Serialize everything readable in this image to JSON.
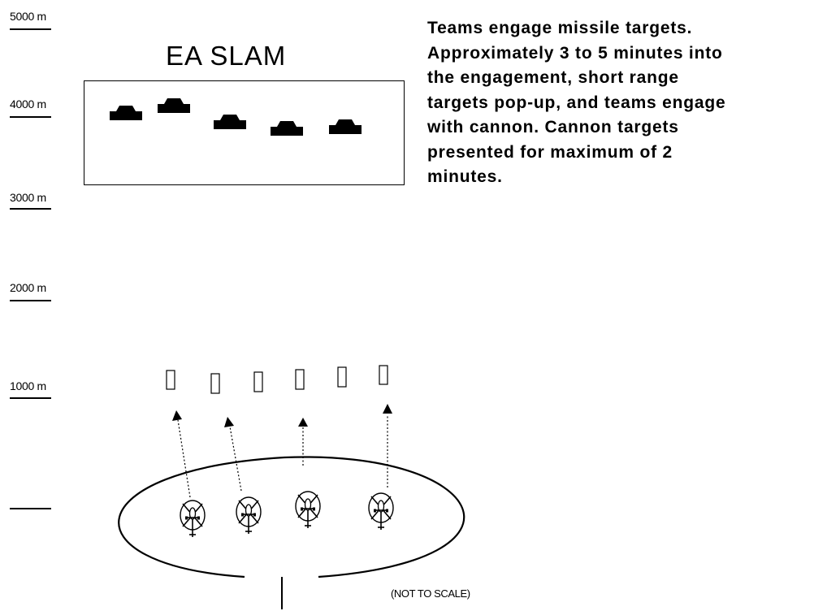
{
  "range_scale": {
    "labels": [
      "5000 m",
      "4000 m",
      "3000 m",
      "2000 m",
      "1000 m",
      ""
    ]
  },
  "engagement_area": {
    "title": "EA SLAM",
    "missile_target_count": 5
  },
  "caption": {
    "lines": [
      "Teams engage missile targets.",
      "Approximately 3 to 5 minutes into",
      "the engagement, short range",
      "targets pop-up, and teams engage",
      "with cannon.  Cannon targets",
      "presented for maximum of 2",
      "minutes."
    ]
  },
  "cannon_targets": {
    "count": 6
  },
  "helicopter_teams": {
    "count": 4
  },
  "scale_note": "(NOT TO SCALE)"
}
